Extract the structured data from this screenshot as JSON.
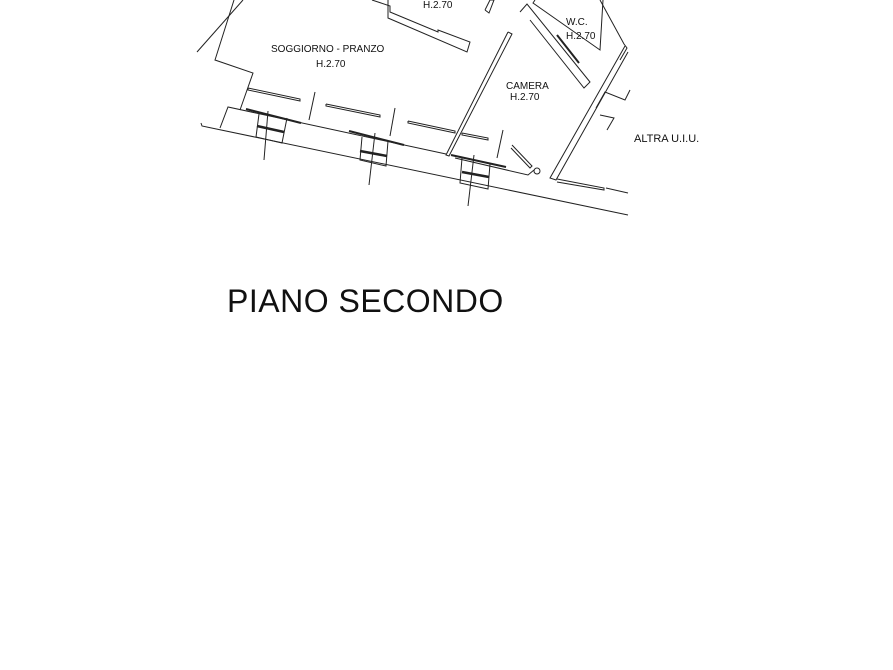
{
  "plan": {
    "rooms": [
      {
        "name": "",
        "height": "H.2.70"
      },
      {
        "name": "SOGGIORNO - PRANZO",
        "height": "H.2.70"
      },
      {
        "name": "CAMERA",
        "height": "H.2.70"
      },
      {
        "name": "W.C.",
        "height": "H.2.70"
      }
    ],
    "neighbor_label": "ALTRA U.I.U.",
    "floor_title": "PIANO SECONDO"
  }
}
